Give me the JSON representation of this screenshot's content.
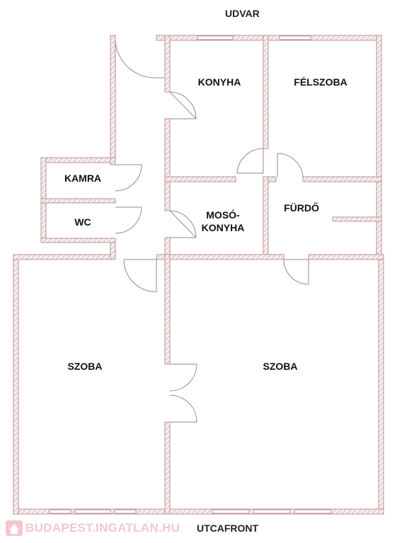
{
  "orientation": {
    "top": "UDVAR",
    "bottom": "UTCAFRONT"
  },
  "rooms": {
    "konyha": "KONYHA",
    "felszoba": "FÉLSZOBA",
    "kamra": "KAMRA",
    "wc": "WC",
    "mosokonyha_line1": "MOSÓ-",
    "mosokonyha_line2": "KONYHA",
    "furdo": "FÜRDŐ",
    "szoba_left": "SZOBA",
    "szoba_right": "SZOBA"
  },
  "watermark": {
    "text": "BUDAPEST.INGATLAN.HU"
  },
  "colors": {
    "wall": "#c9a7a9",
    "watermark": "#f3c8cc"
  }
}
